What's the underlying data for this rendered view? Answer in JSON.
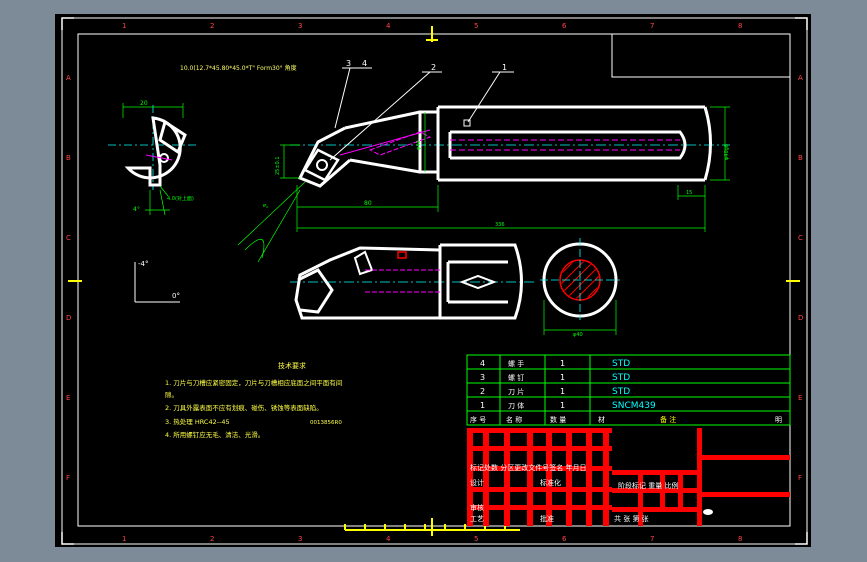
{
  "sheet": {
    "zone_letters": [
      "A",
      "B",
      "C",
      "D",
      "E",
      "F"
    ],
    "zone_numbers": [
      "1",
      "2",
      "3",
      "4",
      "5",
      "6",
      "7",
      "8"
    ]
  },
  "colors": {
    "background": "#7d8a98",
    "paper": "#000000",
    "outline": "#ffffff",
    "dimension": "#00ff00",
    "hidden_line": "#ff00ff",
    "center_line": "#00ffff",
    "hatch": "#ff0000",
    "marker": "#ffff00",
    "title_fill": "#ff0000"
  },
  "drawing": {
    "top_note": "10.0(12.7*45.80*45.0*T\" Form30° 角度",
    "balloons": [
      "3",
      "4",
      "2",
      "1"
    ],
    "dims": {
      "width_left": "20",
      "height_25": "25±0.1",
      "len_80": "80",
      "len_total": "336",
      "len_15": "15",
      "dia_40": "φ40",
      "dia_shank": "φ40g6",
      "dia_section": "φ40",
      "angle_4": "4°",
      "angle_4_side": "4°",
      "angle_label_side": "4.0(对上面)",
      "angle_0": "0°",
      "angle_neg4": "-4°"
    }
  },
  "notes": {
    "heading": "技术要求",
    "lines": [
      "1. 刀片与刀槽应紧密固定，刀片与刀槽相应底面之间平面有间",
      "隙。",
      "2. 刀具外露表面不应有划痕、碰伤、锈蚀等表面缺陷。",
      "3. 热处理 HRC42--45",
      "4. 所用螺钉应无毛、清洁、光滑。"
    ],
    "ref_code": "0013856R0"
  },
  "bom": {
    "rows": [
      {
        "no": "4",
        "name": "螺 手",
        "qty": "1",
        "mat": "STD"
      },
      {
        "no": "3",
        "name": "螺 钉",
        "qty": "1",
        "mat": "STD"
      },
      {
        "no": "2",
        "name": "刀 片",
        "qty": "1",
        "mat": "STD"
      },
      {
        "no": "1",
        "name": "刀 体",
        "qty": "1",
        "mat": "SNCM439"
      }
    ],
    "header": {
      "no": "序 号",
      "name": "名 称",
      "qty": "数 量",
      "mat": "材",
      "remark": "备 注",
      "extra": "明"
    }
  },
  "title_block": {
    "r1": "标记处数 分区更改文件号签名 年月日",
    "r2a": "设计",
    "r2b": "标准化",
    "r2c": "阶段标记 重量 比例",
    "r3a": "审核",
    "r4a": "工艺",
    "r4b": "批准",
    "r4c": "共  张 第  张"
  }
}
